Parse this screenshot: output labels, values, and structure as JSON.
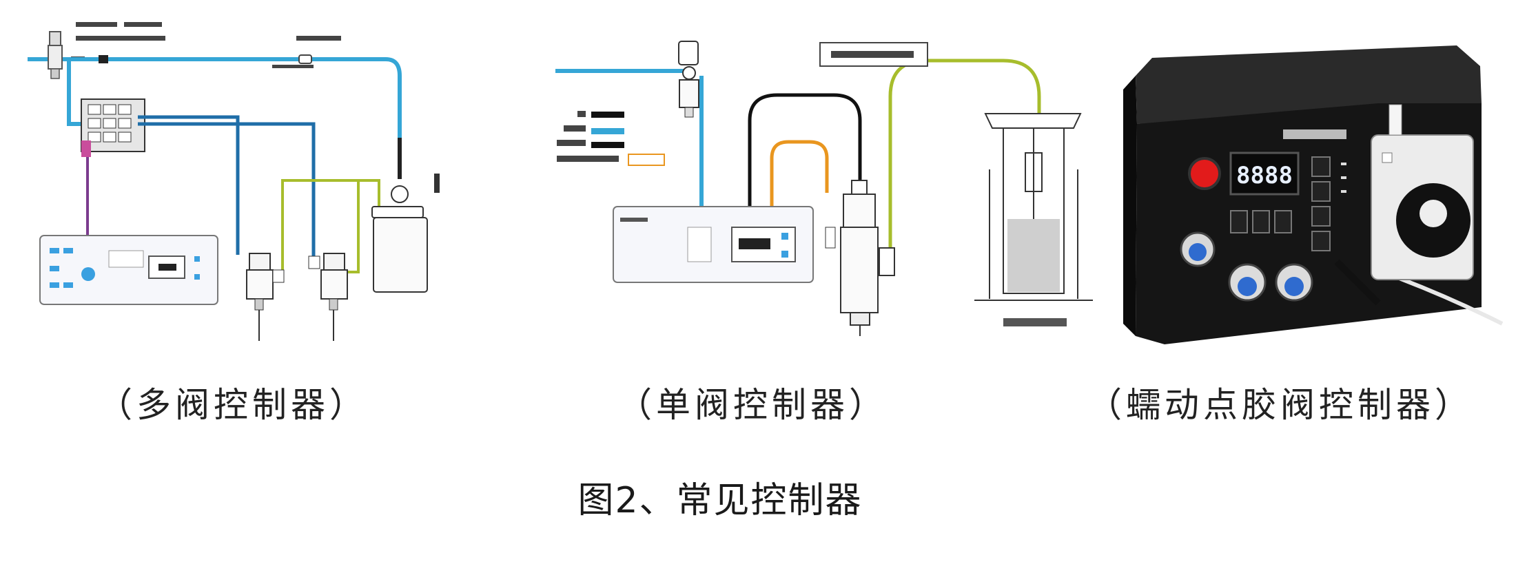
{
  "panels": [
    {
      "id": "multi",
      "caption": "（多阀控制器）"
    },
    {
      "id": "single",
      "caption": "（单阀控制器）"
    },
    {
      "id": "peristaltic",
      "caption": "（蠕动点胶阀控制器）"
    }
  ],
  "figure_title": "图2、常见控制器",
  "colors": {
    "air_line": "#35a6d6",
    "signal_line": "#1f6ea8",
    "glue_line": "#a7bd2c",
    "trigger_line": "#e9961f",
    "black_line": "#111111",
    "purple_line": "#7b3c8e",
    "device_body": "#1d1d1d",
    "red_button": "#e21b1b",
    "display_digits": "#e8f0ff",
    "knob_blue": "#2f6bcf"
  },
  "single_valve": {
    "display_value": "8888"
  }
}
